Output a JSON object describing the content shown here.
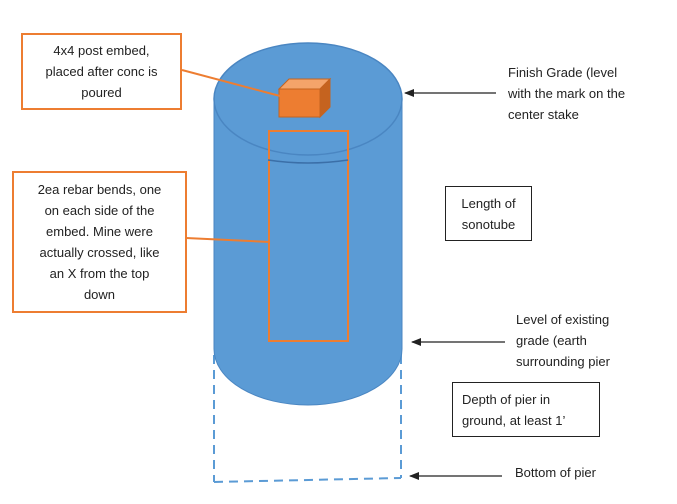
{
  "colors": {
    "cylinder": "#5B9BD5",
    "cylinder_dark": "#4A86C2",
    "accent": "#ED7D31",
    "embed_top": "#F4A46A",
    "embed_side": "#C5631F",
    "line": "#222222",
    "dashed": "#5B9BD5"
  },
  "callouts": {
    "post_embed": "4x4 post embed,\nplaced after conc is\npoured",
    "rebar": "2ea rebar bends, one\non each side of the\nembed.  Mine were\nactually crossed, like\nan X from the top\ndown",
    "sonotube_length": "Length of\nsonotube",
    "pier_depth": "Depth of pier in\nground, at least 1’"
  },
  "labels": {
    "finish_grade": "Finish Grade (level\nwith the mark on the\ncenter stake",
    "existing_grade": "Level of existing\ngrade (earth\nsurrounding pier",
    "bottom_of_pier": "Bottom of pier"
  }
}
